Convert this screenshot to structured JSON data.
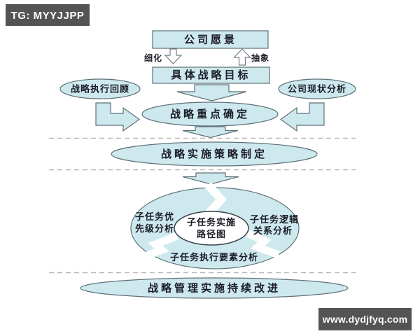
{
  "watermark_top": {
    "label": "TG: MYYJJPP"
  },
  "watermark_bottom": {
    "label": "www.dydjfyq.com"
  },
  "colors": {
    "shape_fill": "#cde9ed",
    "shape_border": "#5f7077",
    "inner_ellipse_border": "#39414d",
    "badge_background": "#545454",
    "badge_text": "#ffffff",
    "diagram_text": "#1c1c28",
    "dashed_line": "#b8b8b8",
    "page_background": "#ffffff"
  },
  "diagram": {
    "vision_box": {
      "label": "公司愿景"
    },
    "refine_arrow_label": "细化",
    "abstract_arrow_label": "抽象",
    "goal_box": {
      "label": "具体战略目标"
    },
    "review_ellipse": {
      "label": "战略执行回顾"
    },
    "status_ellipse": {
      "label": "公司现状分析"
    },
    "focus_ellipse": {
      "label": "战略重点确定"
    },
    "strategy_ellipse": {
      "label": "战略实施策略制定"
    },
    "cycle": {
      "center": {
        "line1": "子任务实施",
        "line2": "路径图"
      },
      "left": {
        "line1": "子任务优",
        "line2": "先级分析"
      },
      "right": {
        "line1": "子任务逻辑",
        "line2": "关系分析"
      },
      "bottom": {
        "label": "子任务执行要素分析"
      }
    },
    "improvement_ellipse": {
      "label": "战略管理实施持续改进"
    }
  }
}
